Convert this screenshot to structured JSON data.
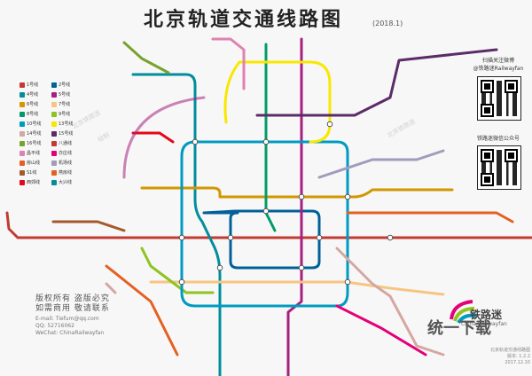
{
  "title": "北京轨道交通线路图",
  "edition": "(2018.1)",
  "legend": [
    {
      "label": "1号线",
      "color": "#c23a30"
    },
    {
      "label": "2号线",
      "color": "#006098"
    },
    {
      "label": "4号线",
      "color": "#008e9c"
    },
    {
      "label": "5号线",
      "color": "#a6217f"
    },
    {
      "label": "6号线",
      "color": "#d29700"
    },
    {
      "label": "7号线",
      "color": "#f6c582"
    },
    {
      "label": "8号线",
      "color": "#009b6b"
    },
    {
      "label": "9号线",
      "color": "#8fc31f"
    },
    {
      "label": "10号线",
      "color": "#009bc0"
    },
    {
      "label": "13号线",
      "color": "#f9e700"
    },
    {
      "label": "14号线",
      "color": "#d5a7a1"
    },
    {
      "label": "15号线",
      "color": "#5b2c68"
    },
    {
      "label": "16号线",
      "color": "#76a32e"
    },
    {
      "label": "八通线",
      "color": "#c23a30"
    },
    {
      "label": "昌平线",
      "color": "#de82b2"
    },
    {
      "label": "亦庄线",
      "color": "#e40077"
    },
    {
      "label": "房山线",
      "color": "#e46022"
    },
    {
      "label": "机场线",
      "color": "#a29bbb"
    },
    {
      "label": "S1线",
      "color": "#a45a2a"
    },
    {
      "label": "燕房线",
      "color": "#e46022"
    },
    {
      "label": "西郊线",
      "color": "#e50619"
    },
    {
      "label": "大兴线",
      "color": "#008e9c"
    }
  ],
  "weibo": {
    "line1": "扫描关注微博",
    "line2": "@铁路迷Railwayfan"
  },
  "wechat": {
    "line1": "铁路迷微信公众号"
  },
  "copyright": {
    "line1": "版权所有  盗版必究",
    "line2": "如需商用  敬请联系"
  },
  "contact": {
    "email": "E-mail: Tiefum@qq.com",
    "qq": "QQ: 52716062",
    "wechat": "WeChat: ChinaRailwayfan"
  },
  "watermark": [
    "北京铁路迷",
    "绘制"
  ],
  "brand": {
    "name": "铁路迷",
    "sub": "China Railwayfan",
    "desc": "北京轨道交通线路图",
    "version": "版本: 1.2.2",
    "date": "2017.12.10"
  },
  "overlay": {
    "text": "统一下载"
  },
  "colors": {
    "background": "#f7f7f7"
  }
}
